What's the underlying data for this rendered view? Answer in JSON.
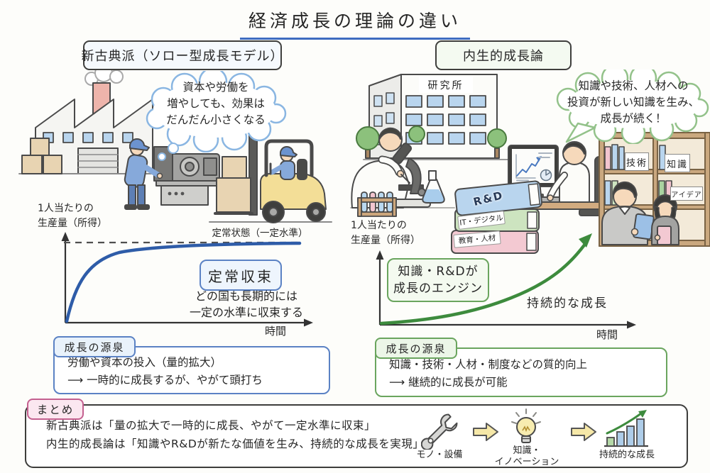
{
  "title": "経済成長の理論の違い",
  "neoclassical": {
    "heading": "新古典派（ソロー型成長モデル）",
    "thought_bubble": [
      "資本や労働を",
      "増やしても、効果は",
      "だんだん小さくなる"
    ],
    "chart": {
      "type": "line",
      "y_axis_label": [
        "1人当たりの",
        "生産量（所得）"
      ],
      "x_axis_label": "時間",
      "reference_line_label": "定常状態（一定水準）",
      "curve_shape": "saturating-growth-converging-to-steady-state",
      "curve_color": "#2e5ca8"
    },
    "convergence_box": "定常収束",
    "convergence_note": [
      "どの国も長期的には",
      "一定の水準に収束する"
    ],
    "source_box": {
      "tab": "成長の源泉",
      "lines": [
        "労働や資本の投入（量的拡大）",
        "⟶ 一時的に成長するが、やがて頭打ち"
      ]
    }
  },
  "endogenous": {
    "heading": "内生的成長論",
    "building_sign": "研究所",
    "speech_bubble": [
      "知識や技術、人材への",
      "投資が新しい知識を生み、",
      "成長が続く！"
    ],
    "book_stack": [
      "R&D",
      "IT・デジタル",
      "教育・人材"
    ],
    "shelf_cards": [
      "技術",
      "知識",
      "アイデア"
    ],
    "chart": {
      "type": "line",
      "y_axis_label": [
        "1人当たりの",
        "生産量（所得）"
      ],
      "x_axis_label": "時間",
      "growth_label": "持続的な成長",
      "curve_shape": "accelerating-sustained-growth",
      "curve_color": "#3d8b3d"
    },
    "engine_box": [
      "知識・R&Dが",
      "成長のエンジン"
    ],
    "source_box": {
      "tab": "成長の源泉",
      "lines": [
        "知識・技術・人材・制度などの質的向上",
        "⟶ 継続的に成長が可能"
      ]
    }
  },
  "summary": {
    "tab": "まとめ",
    "lines": [
      "新古典派は「量の拡大で一時的に成長、やがて一定水準に収束」",
      "内生的成長論は「知識やR&Dが新たな価値を生み、持続的な成長を実現」"
    ],
    "flow": [
      {
        "icon": "wrench-icon",
        "label": "モノ・設備"
      },
      {
        "icon": "lightbulb-icon",
        "label": "知識・イノベーション",
        "label_lines": [
          "知識・",
          "イノベーション"
        ]
      },
      {
        "icon": "growth-chart-icon",
        "label": "持続的な成長"
      }
    ]
  },
  "colors": {
    "blue_accent": "#2e5ca8",
    "green_accent": "#3d8b3d",
    "pink_accent": "#c4608f",
    "bubble_blue": "#8ab6e2",
    "bubble_green": "#93c28a",
    "title_underline": "#3e6cc0"
  }
}
